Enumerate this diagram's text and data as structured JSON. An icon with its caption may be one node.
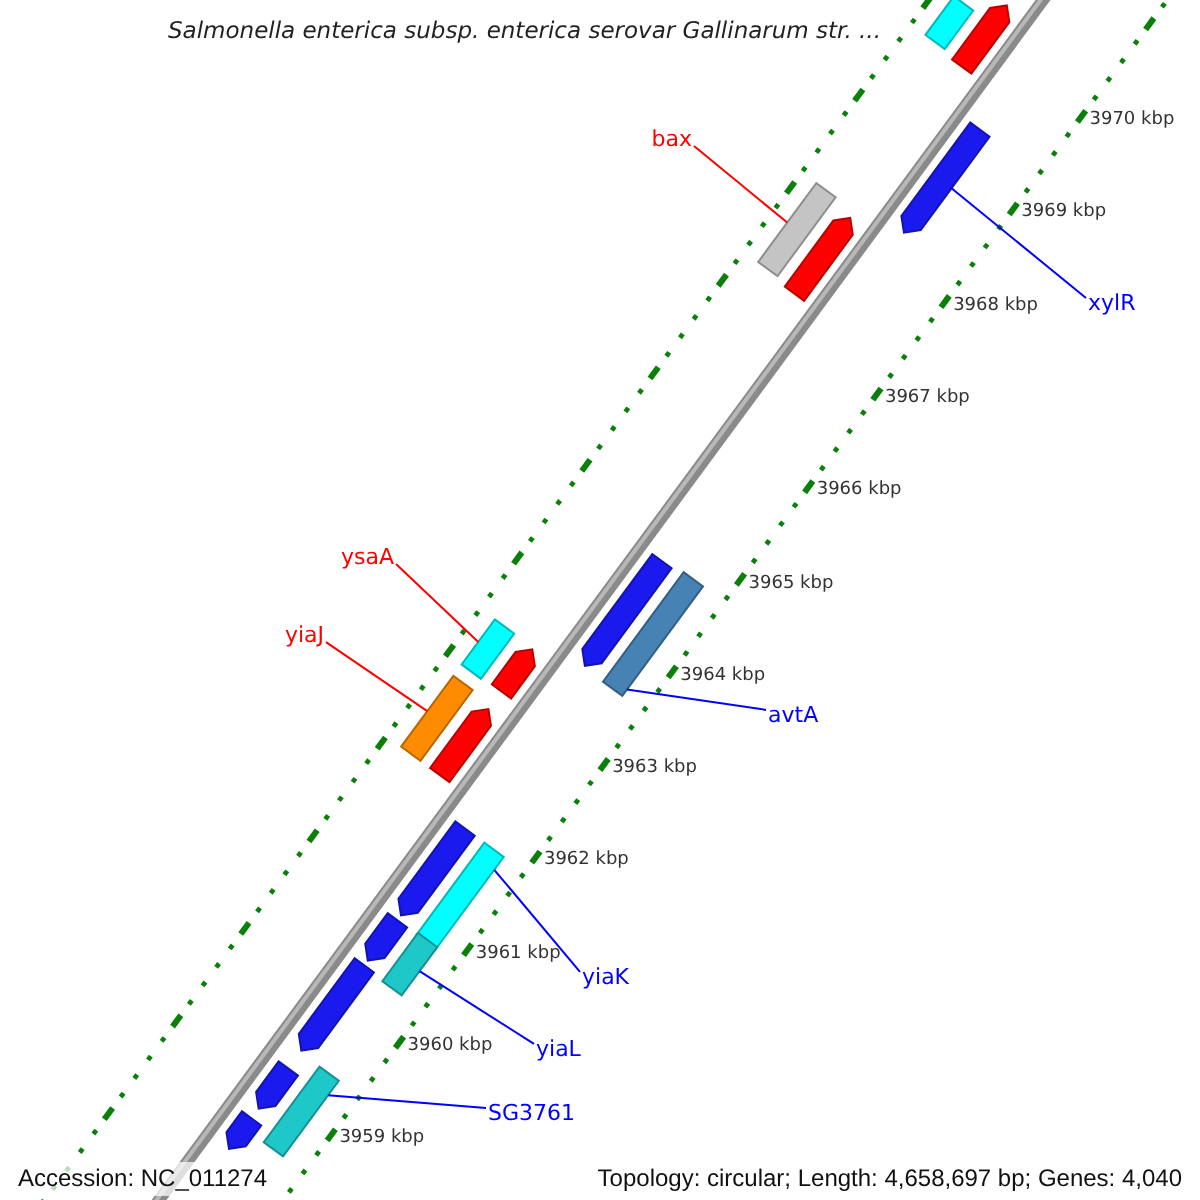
{
  "diagram": {
    "title": "Salmonella enterica subsp. enterica serovar Gallinarum str. ...",
    "nodes": [
      {
        "text": [],
        "shape": "bar"
      },
      {
        "text": [],
        "shape": "bar"
      },
      {
        "text": [
          "bax"
        ]
      },
      {
        "text": [],
        "shape": "bar"
      },
      {
        "text": [],
        "shape": "bar"
      },
      {
        "text": [],
        "shape": "bar"
      },
      {
        "text": [
          "xylR"
        ]
      },
      {
        "text": [
          "ysaA"
        ]
      },
      {
        "text": [],
        "shape": "bar"
      },
      {
        "text": [],
        "shape": "bar"
      },
      {
        "text": [],
        "shape": "bar"
      },
      {
        "text": [],
        "shape": "bar"
      },
      {
        "text": [
          "yiaJ"
        ]
      },
      {
        "text": [],
        "shape": "bar"
      },
      {
        "text": [],
        "shape": "bar"
      },
      {
        "text": [
          "avtA"
        ]
      },
      {
        "text": [],
        "shape": "bar"
      },
      {
        "text": [],
        "shape": "bar"
      },
      {
        "text": [],
        "shape": "bar"
      },
      {
        "text": [],
        "shape": "bar"
      },
      {
        "text": [
          "yiaK"
        ]
      },
      {
        "text": [],
        "shape": "bar"
      },
      {
        "text": [
          "yiaL"
        ]
      },
      {
        "text": [],
        "shape": "bar"
      },
      {
        "text": [],
        "shape": "bar"
      },
      {
        "text": [
          "SG3761"
        ]
      },
      {
        "text": [],
        "shape": "bar"
      }
    ],
    "edges": [
      {
        "from": 2,
        "to": 3,
        "arrow": "none",
        "color": "#ff0000"
      },
      {
        "from": 6,
        "to": 5,
        "arrow": "none"
      },
      {
        "from": 7,
        "to": 10,
        "arrow": "none",
        "color": "#ff0000"
      },
      {
        "from": 12,
        "to": 13,
        "arrow": "none",
        "color": "#ff0000"
      },
      {
        "from": 15,
        "to": 9,
        "arrow": "none"
      },
      {
        "from": 20,
        "to": 17,
        "arrow": "none"
      },
      {
        "from": 22,
        "to": 19,
        "arrow": "none"
      },
      {
        "from": 25,
        "to": 24,
        "arrow": "none"
      }
    ],
    "labels": [
      "3970 kbp",
      "3969 kbp",
      "3968 kbp",
      "3967 kbp",
      "3966 kbp",
      "3965 kbp",
      "3964 kbp",
      "3963 kbp",
      "3962 kbp",
      "3961 kbp",
      "3960 kbp",
      "3959 kbp",
      "Accession: NC_011274",
      "Topology: circular; Length: 4,658,697 bp; Genes: 4,040"
    ]
  }
}
